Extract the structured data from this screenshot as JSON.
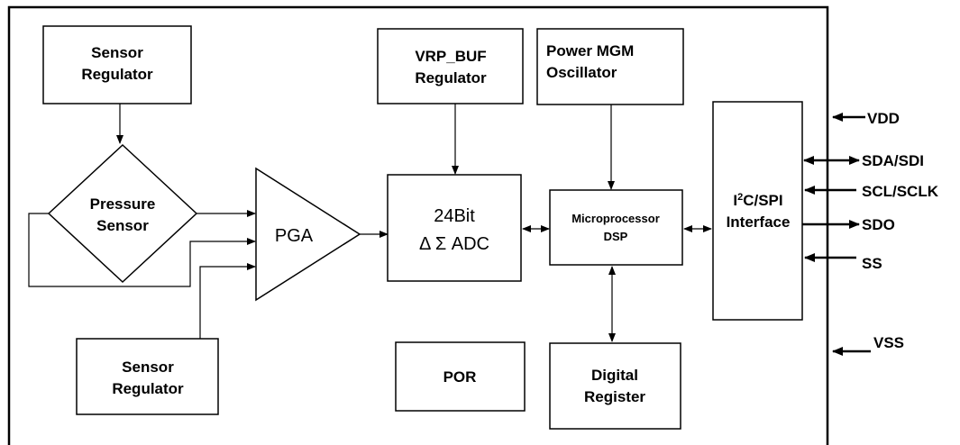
{
  "blocks": {
    "sensor_regulator_top": [
      "Sensor",
      "Regulator"
    ],
    "pressure_sensor": [
      "Pressure",
      "Sensor"
    ],
    "pga": "PGA",
    "sensor_regulator_bottom": [
      "Sensor",
      "Regulator"
    ],
    "vrp_buf": [
      "VRP_BUF",
      "Regulator"
    ],
    "adc": [
      "24Bit",
      "Δ Σ  ADC"
    ],
    "power_mgm": [
      "Power MGM",
      "Oscillator"
    ],
    "microprocessor": [
      "Microprocessor",
      "DSP"
    ],
    "por": "POR",
    "digital_register": [
      "Digital",
      "Register"
    ],
    "interface": {
      "i2c_prefix": "I",
      "i2c_sup": "2",
      "i2c_rest": "C/SPI",
      "line2": "Interface"
    }
  },
  "pins": {
    "vdd": "VDD",
    "sda": "SDA/SDI",
    "scl": "SCL/SCLK",
    "sdo": "SDO",
    "ss": "SS",
    "vss": "VSS"
  }
}
